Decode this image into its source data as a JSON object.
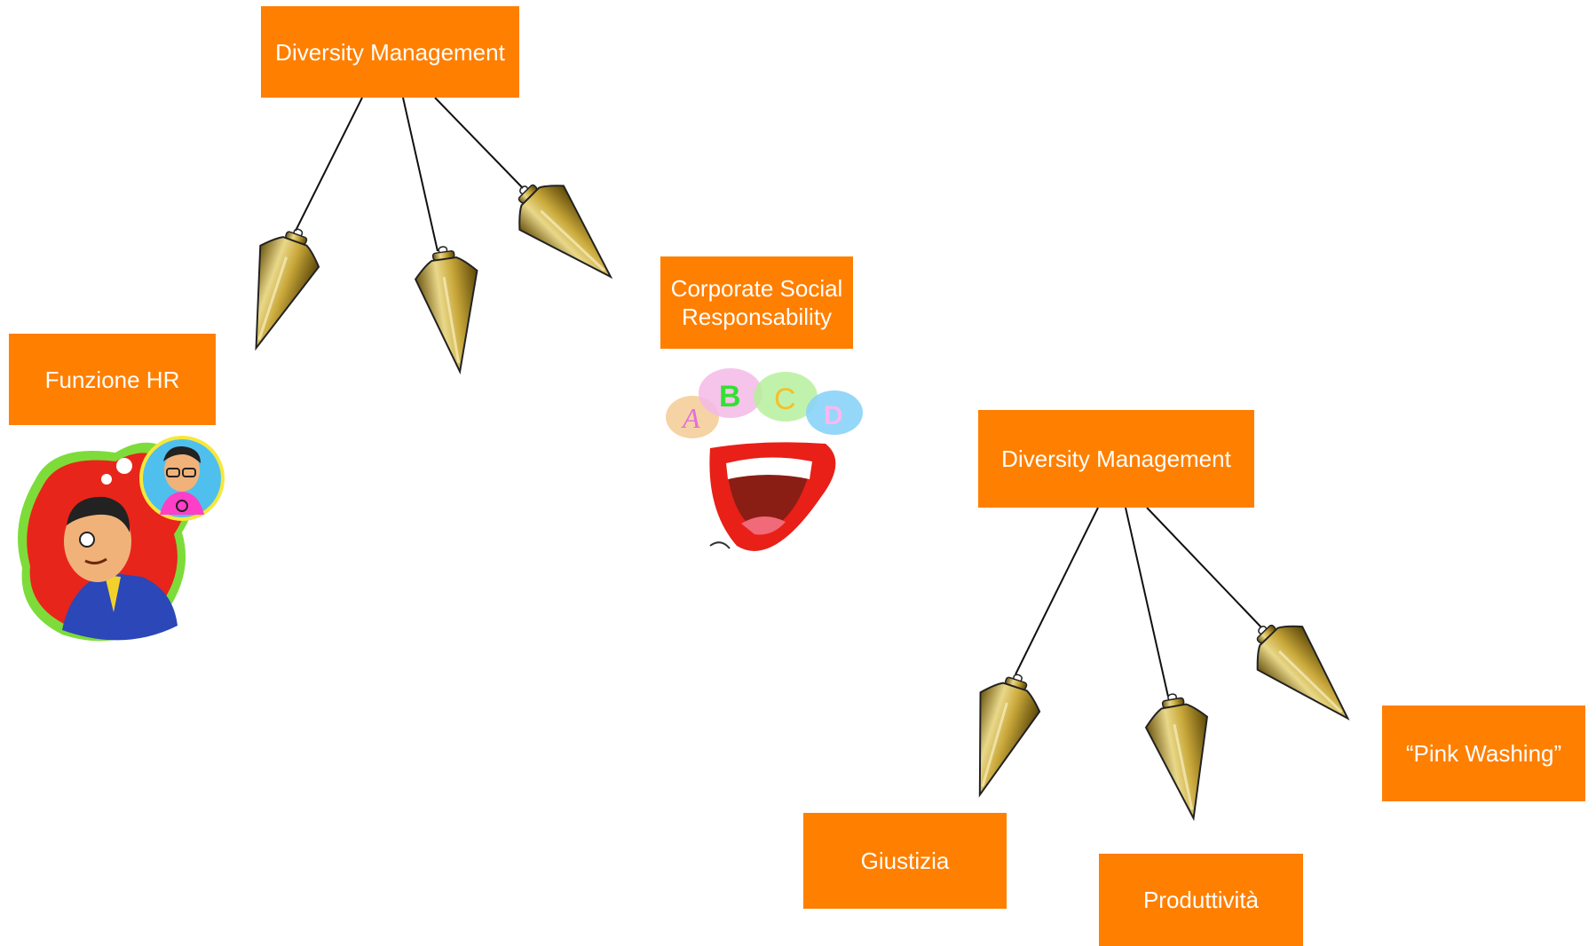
{
  "top_cluster": {
    "root_label": "Diversity Management",
    "left_label": "Funzione HR",
    "right_label": "Corporate Social Responsability"
  },
  "bottom_cluster": {
    "root_label": "Diversity Management",
    "left_label": "Giustizia",
    "middle_label": "Produttività",
    "right_label": "“Pink Washing”"
  },
  "colors": {
    "box_fill": "#ff7f00",
    "box_text": "#ffffff",
    "pendulum_gold": "#b89a2a"
  },
  "illustrations": {
    "hr_illustration": "businessman-thinking-of-hippie-icon",
    "csr_illustration": "talking-mouth-abcd-bubbles-icon"
  }
}
